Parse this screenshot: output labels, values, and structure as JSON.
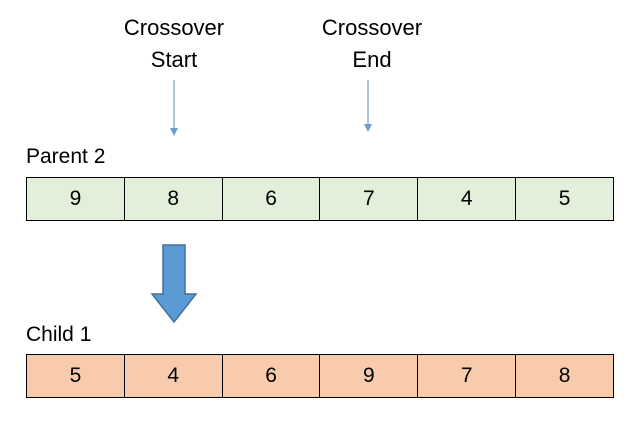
{
  "markers": {
    "start": {
      "line1": "Crossover",
      "line2": "Start"
    },
    "end": {
      "line1": "Crossover",
      "line2": "End"
    }
  },
  "parent": {
    "label": "Parent 2",
    "values": [
      "9",
      "8",
      "6",
      "7",
      "4",
      "5"
    ]
  },
  "child": {
    "label": "Child 1",
    "values": [
      "5",
      "4",
      "6",
      "9",
      "7",
      "8"
    ]
  },
  "colors": {
    "parent_fill": "#e2efda",
    "child_fill": "#f8cbad",
    "pointer_stroke": "#6d9ecf",
    "big_arrow_fill": "#5b9bd5",
    "big_arrow_stroke": "#41719c"
  }
}
